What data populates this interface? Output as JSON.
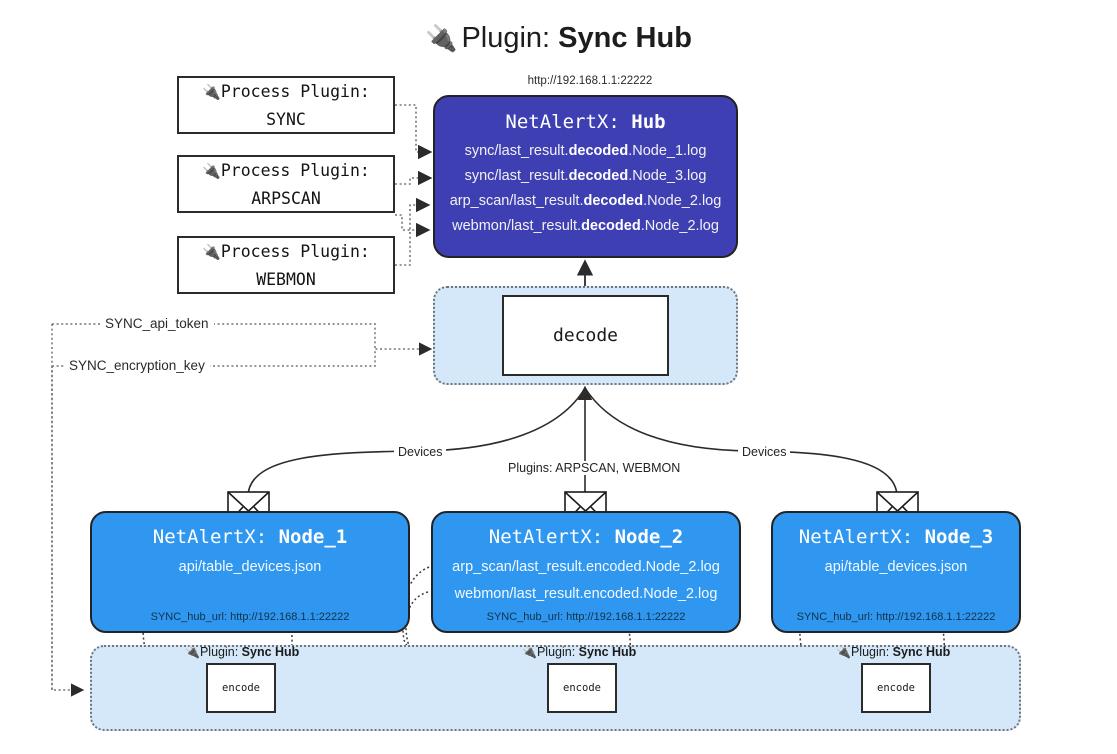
{
  "title": {
    "plug_icon": "plug-icon",
    "prefix": "Plugin:",
    "name": "Sync Hub"
  },
  "process_plugins": [
    {
      "icon": "plug-icon",
      "line1": "Process Plugin:",
      "line2": "SYNC"
    },
    {
      "icon": "plug-icon",
      "line1": "Process Plugin:",
      "line2": "ARPSCAN"
    },
    {
      "icon": "plug-icon",
      "line1": "Process Plugin:",
      "line2": "WEBMON"
    }
  ],
  "hub": {
    "url": "http://192.168.1.1:22222",
    "title_prefix": "NetAlertX:",
    "title_name": "Hub",
    "color": "#3f3fb4",
    "lines": [
      {
        "pre": "sync/last_result.",
        "bold": "decoded",
        "post": ".Node_1.log"
      },
      {
        "pre": "sync/last_result.",
        "bold": "decoded",
        "post": ".Node_3.log"
      },
      {
        "pre": "arp_scan/last_result.",
        "bold": "decoded",
        "post": ".Node_2.log"
      },
      {
        "pre": "webmon/last_result.",
        "bold": "decoded",
        "post": ".Node_2.log"
      }
    ]
  },
  "decode": {
    "label": "decode",
    "group_color": "#d4e8fa"
  },
  "tokens": {
    "api_token": "SYNC_api_token",
    "encryption_key": "SYNC_encryption_key"
  },
  "edge_labels": {
    "devices_left": "Devices",
    "devices_right": "Devices",
    "plugins_center": "Plugins: ARPSCAN, WEBMON"
  },
  "nodes": [
    {
      "title_prefix": "NetAlertX:",
      "title_name": "Node_1",
      "lines": [
        "api/table_devices.json"
      ],
      "footer": "SYNC_hub_url: http://192.168.1.1:22222",
      "envelope_icon": "envelope-icon",
      "plugin_tag": {
        "icon": "plug-icon",
        "prefix": "Plugin:",
        "name": "Sync Hub"
      },
      "encode_label": "encode"
    },
    {
      "title_prefix": "NetAlertX:",
      "title_name": "Node_2",
      "lines": [
        "arp_scan/last_result.encoded.Node_2.log",
        "webmon/last_result.encoded.Node_2.log"
      ],
      "footer": "SYNC_hub_url: http://192.168.1.1:22222",
      "envelope_icon": "envelope-icon",
      "plugin_tag": {
        "icon": "plug-icon",
        "prefix": "Plugin:",
        "name": "Sync Hub"
      },
      "encode_label": "encode"
    },
    {
      "title_prefix": "NetAlertX:",
      "title_name": "Node_3",
      "lines": [
        "api/table_devices.json"
      ],
      "footer": "SYNC_hub_url: http://192.168.1.1:22222",
      "envelope_icon": "envelope-icon",
      "plugin_tag": {
        "icon": "plug-icon",
        "prefix": "Plugin:",
        "name": "Sync Hub"
      },
      "encode_label": "encode"
    }
  ],
  "colors": {
    "hub_indigo": "#3f3fb4",
    "node_blue": "#2f97ef",
    "group_light_blue": "#d4e8fa",
    "stroke_dark": "#232323",
    "dotted_gray": "#6f7579"
  }
}
